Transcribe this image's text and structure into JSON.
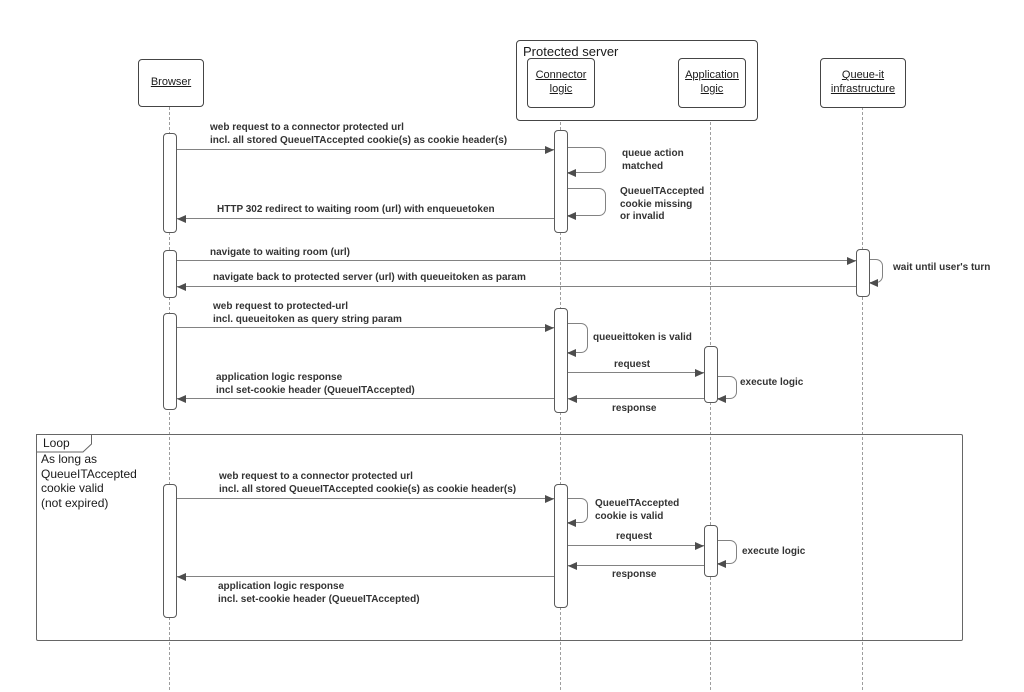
{
  "participants": {
    "browser": "Browser",
    "connector": "Connector\nlogic",
    "application": "Application\nlogic",
    "queueit": "Queue-it\ninfrastructure"
  },
  "frames": {
    "protected_server": "Protected server",
    "loop_label": "Loop",
    "loop_condition": "As long as\nQueueITAccepted\ncookie valid\n(not expired)"
  },
  "messages": {
    "m1": "web request to a connector protected url\nincl. all stored QueueITAccepted cookie(s) as cookie header(s)",
    "s1": "queue action\nmatched",
    "s2": "QueueITAccepted\ncookie missing\nor invalid",
    "r1": "HTTP 302 redirect to waiting room (url) with enqueuetoken",
    "m2": "navigate to waiting room (url)",
    "s3": "wait until user's turn",
    "r2": "navigate back to protected server (url) with queueitoken as param",
    "m3": "web request to protected-url\nincl. queueitoken as query string param",
    "s4": "queueittoken is valid",
    "req1": "request",
    "s5": "execute logic",
    "resp1": "response",
    "r4": "application logic response\nincl  set-cookie header (QueueITAccepted)",
    "m5": "web request to a connector protected url\nincl. all stored QueueITAccepted cookie(s) as cookie header(s)",
    "s6": "QueueITAccepted\ncookie is valid",
    "req2": "request",
    "s7": "execute logic",
    "resp2": "response",
    "r6": "application logic response\nincl. set-cookie header (QueueITAccepted)"
  },
  "colors": {
    "box_border": "#454545",
    "arrow_line": "#828282",
    "arrowhead": "#4d4d4d",
    "lifeline": "#9e9e9e",
    "text": "#1a1a1a",
    "message_text": "#333333",
    "background": "#ffffff"
  }
}
